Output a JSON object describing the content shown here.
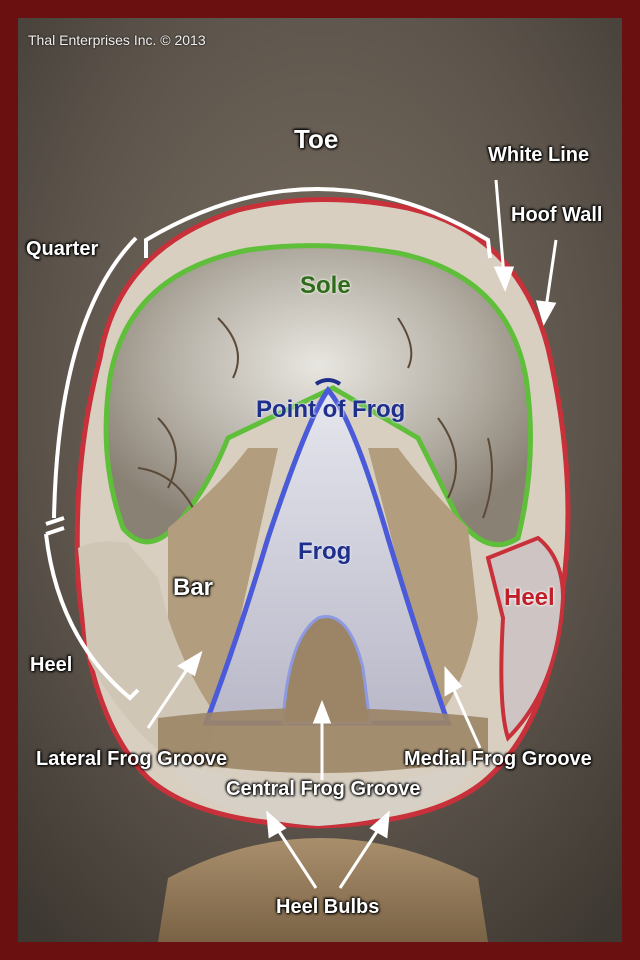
{
  "copyright": "Thal Enterprises Inc.   © 2013",
  "labels": {
    "toe": "Toe",
    "white_line": "White Line",
    "hoof_wall": "Hoof Wall",
    "quarter": "Quarter",
    "sole": "Sole",
    "point_of_frog": "Point of Frog",
    "frog": "Frog",
    "bar": "Bar",
    "heel_right": "Heel",
    "heel_left": "Heel",
    "lateral_frog_groove": "Lateral Frog Groove",
    "medial_frog_groove": "Medial Frog Groove",
    "central_frog_groove": "Central Frog Groove",
    "heel_bulbs": "Heel Bulbs"
  },
  "colors": {
    "frame": "#6a1010",
    "sole_outline": "#5fbf3a",
    "frog_outline": "#4a5ad8",
    "wall_outline": "#d0303a",
    "label_white": "#ffffff",
    "label_green": "#2f6b1f",
    "label_blue": "#1f2f8a",
    "label_red": "#c0202a"
  }
}
